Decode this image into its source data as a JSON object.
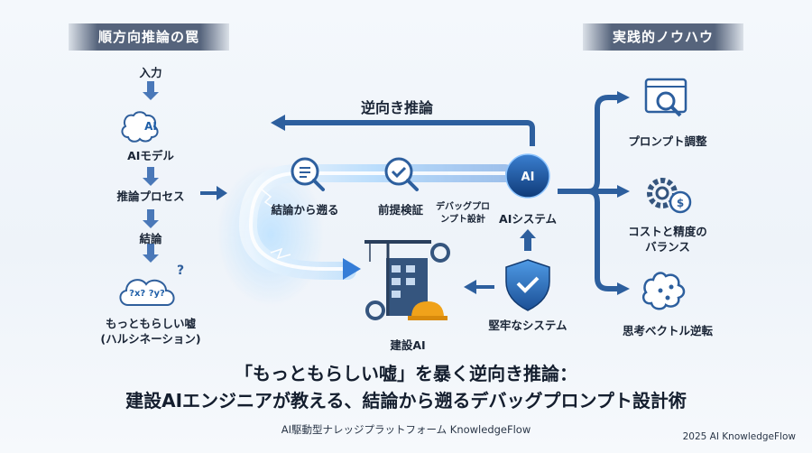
{
  "banners": {
    "left": "順方向推論の罠",
    "right": "実践的ノウハウ"
  },
  "left_flow": {
    "input": "入力",
    "ai_icon_text": "AI",
    "ai_model": "AIモデル",
    "reasoning_process": "推論プロセス",
    "conclusion": "結論",
    "cloud_symbols": "?x? ?y?",
    "hallucination_line1": "もっともらしい嘘",
    "hallucination_line2": "(ハルシネーション)"
  },
  "center": {
    "reverse_label": "逆向き推論",
    "trace_back": "結論から遡る",
    "premise_check": "前提検証",
    "debug_prompt_line1": "デバッグプロ",
    "debug_prompt_line2": "ンプト設計",
    "ai_system": "AIシステム",
    "ai_icon_text": "AI",
    "construction_ai": "建設AI",
    "robust_system": "堅牢なシステム"
  },
  "right_list": {
    "prompt_tuning": "プロンプト調整",
    "cost_balance_line1": "コストと精度の",
    "cost_balance_line2": "バランス",
    "thought_vector": "思考ベクトル逆転"
  },
  "footer": {
    "title_line1": "「もっともらしい嘘」を暴く逆向き推論：",
    "title_line2": "建設AIエンジニアが教える、結論から遡るデバッグプロンプト設計術",
    "subtitle": "AI駆動型ナレッジプラットフォーム KnowledgeFlow",
    "copyright": "2025 AI KnowledgeFlow"
  },
  "colors": {
    "primary_blue": "#1f5fa8",
    "light_blue": "#4c92d8",
    "dark_navy": "#16233a",
    "banner_gray": "#56647c",
    "warning_orange": "#f0a21a"
  }
}
